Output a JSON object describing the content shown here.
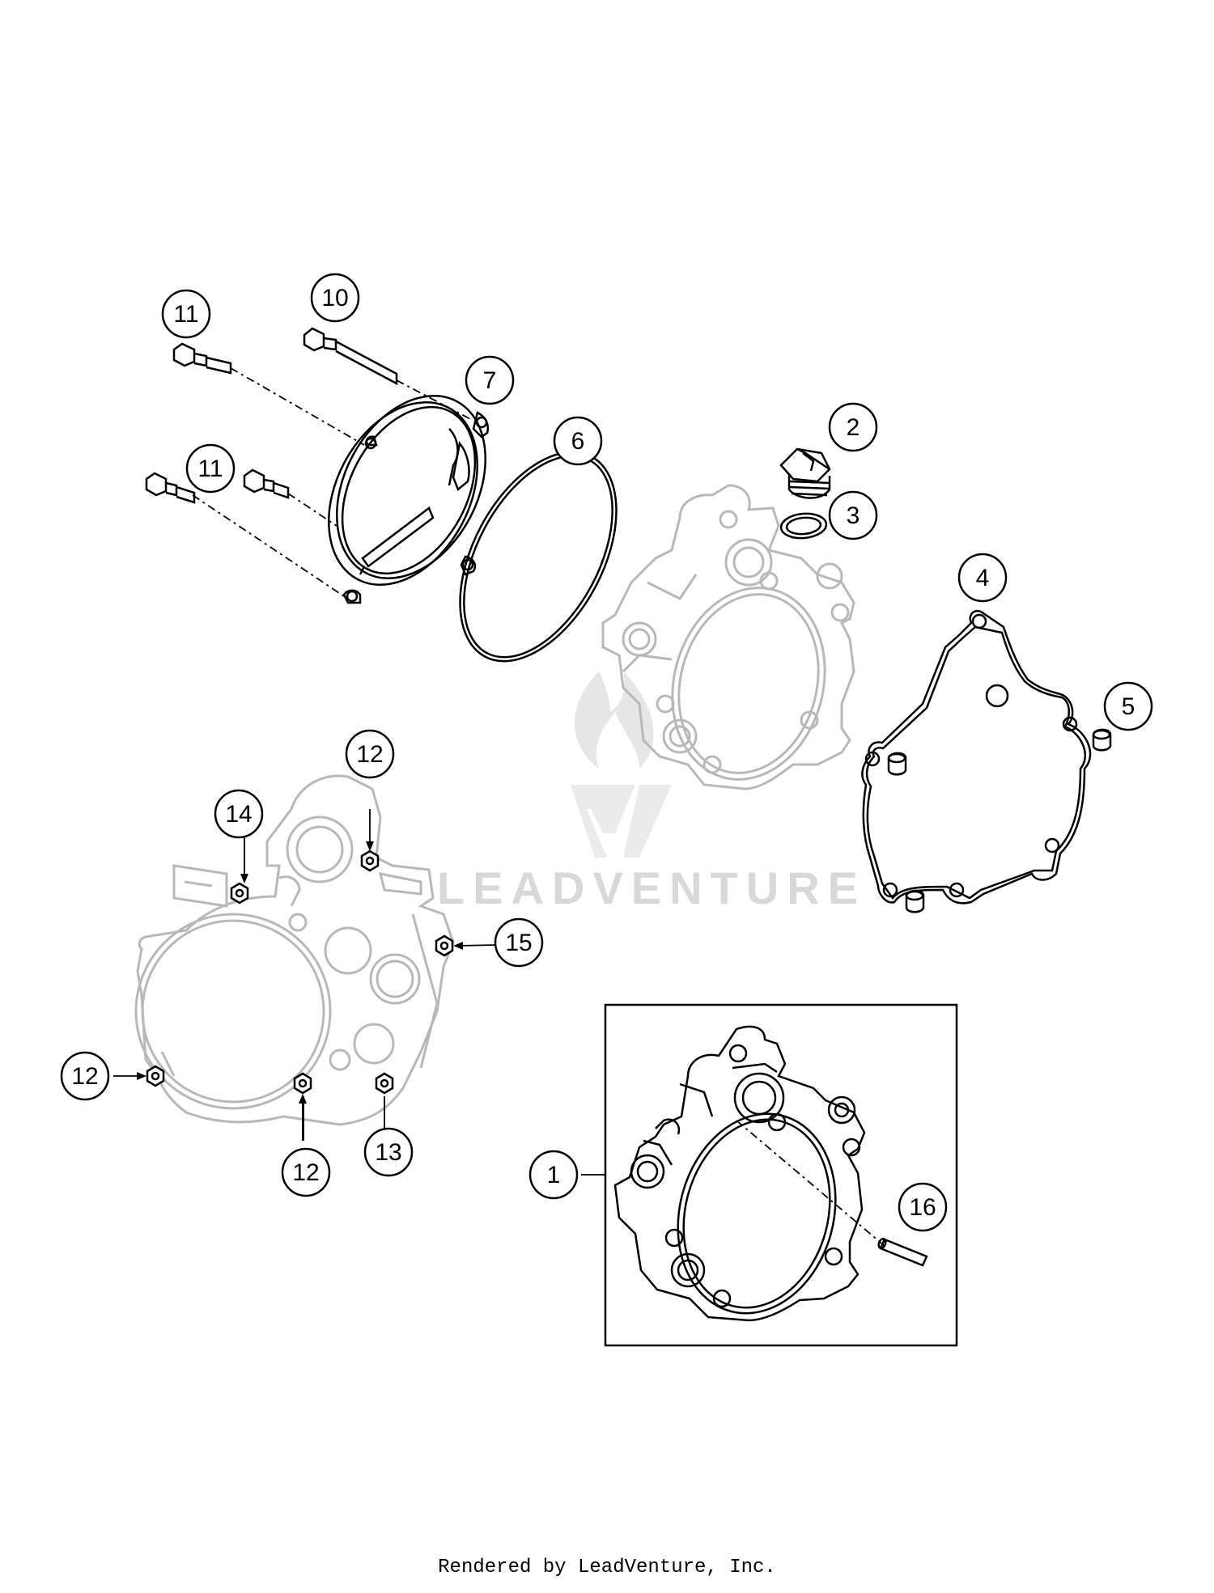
{
  "watermark": {
    "text": "LEADVENTURE"
  },
  "footer": {
    "credit": "Rendered by LeadVenture, Inc."
  },
  "callouts": [
    {
      "id": "c11a",
      "label": "11"
    },
    {
      "id": "c10",
      "label": "10"
    },
    {
      "id": "c7",
      "label": "7"
    },
    {
      "id": "c6",
      "label": "6"
    },
    {
      "id": "c2",
      "label": "2"
    },
    {
      "id": "c3",
      "label": "3"
    },
    {
      "id": "c11b",
      "label": "11"
    },
    {
      "id": "c4",
      "label": "4"
    },
    {
      "id": "c5",
      "label": "5"
    },
    {
      "id": "c12a",
      "label": "12"
    },
    {
      "id": "c14",
      "label": "14"
    },
    {
      "id": "c15",
      "label": "15"
    },
    {
      "id": "c12b",
      "label": "12"
    },
    {
      "id": "c13",
      "label": "13"
    },
    {
      "id": "c12c",
      "label": "12"
    },
    {
      "id": "c1",
      "label": "1"
    },
    {
      "id": "c16",
      "label": "16"
    }
  ]
}
